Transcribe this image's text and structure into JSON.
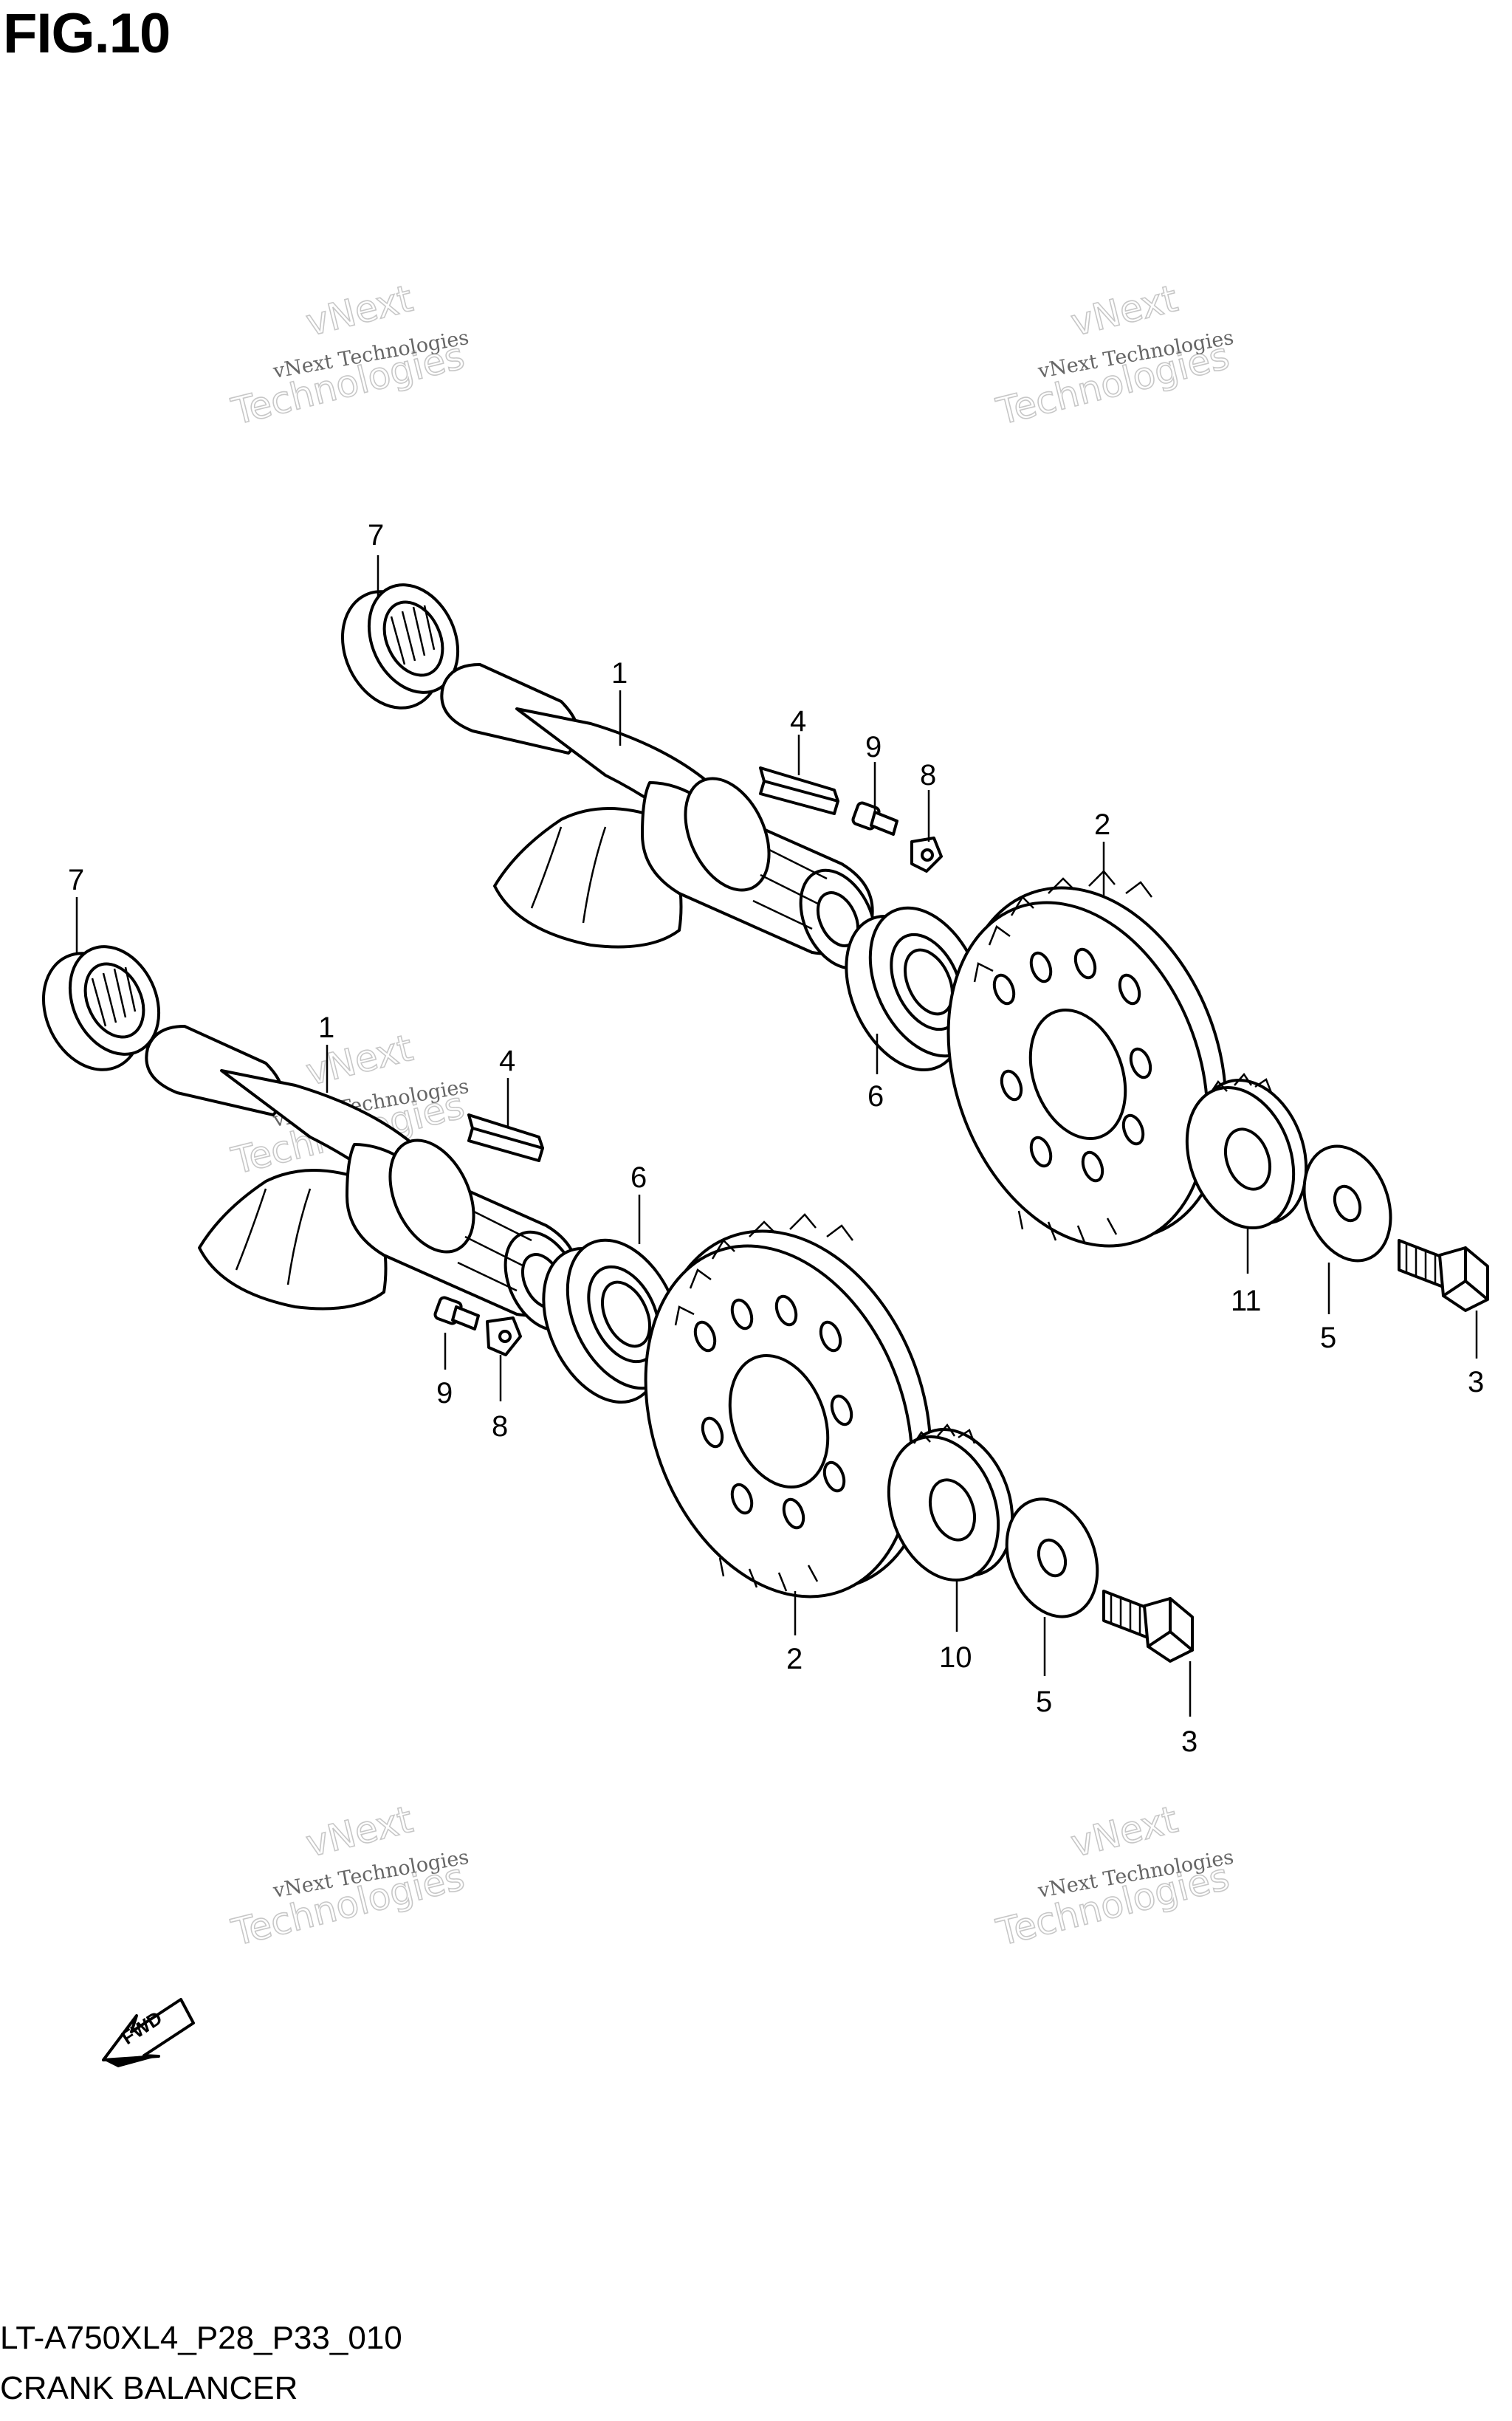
{
  "header": {
    "figure_title": "FIG.10"
  },
  "footer": {
    "diagram_code": "LT-A750XL4_P28_P33_010",
    "section_name": "CRANK BALANCER"
  },
  "watermark": {
    "small_text": "vNext Technologies",
    "big_line1": "vNext",
    "big_line2": "Technologies"
  },
  "fwd_indicator": {
    "label": "FWD"
  },
  "callouts": {
    "upper_bearing_7": "7",
    "upper_shaft_1": "1",
    "upper_key_4": "4",
    "upper_bolt_9": "9",
    "upper_washer_8": "8",
    "upper_bearing_6": "6",
    "upper_gear_2": "2",
    "upper_gear_11": "11",
    "upper_washer_5": "5",
    "upper_bolt_3": "3",
    "lower_bearing_7": "7",
    "lower_shaft_1": "1",
    "lower_key_4": "4",
    "lower_bearing_6": "6",
    "lower_bolt_9": "9",
    "lower_washer_8": "8",
    "lower_gear_2": "2",
    "lower_gear_10": "10",
    "lower_washer_5": "5",
    "lower_bolt_3": "3"
  }
}
